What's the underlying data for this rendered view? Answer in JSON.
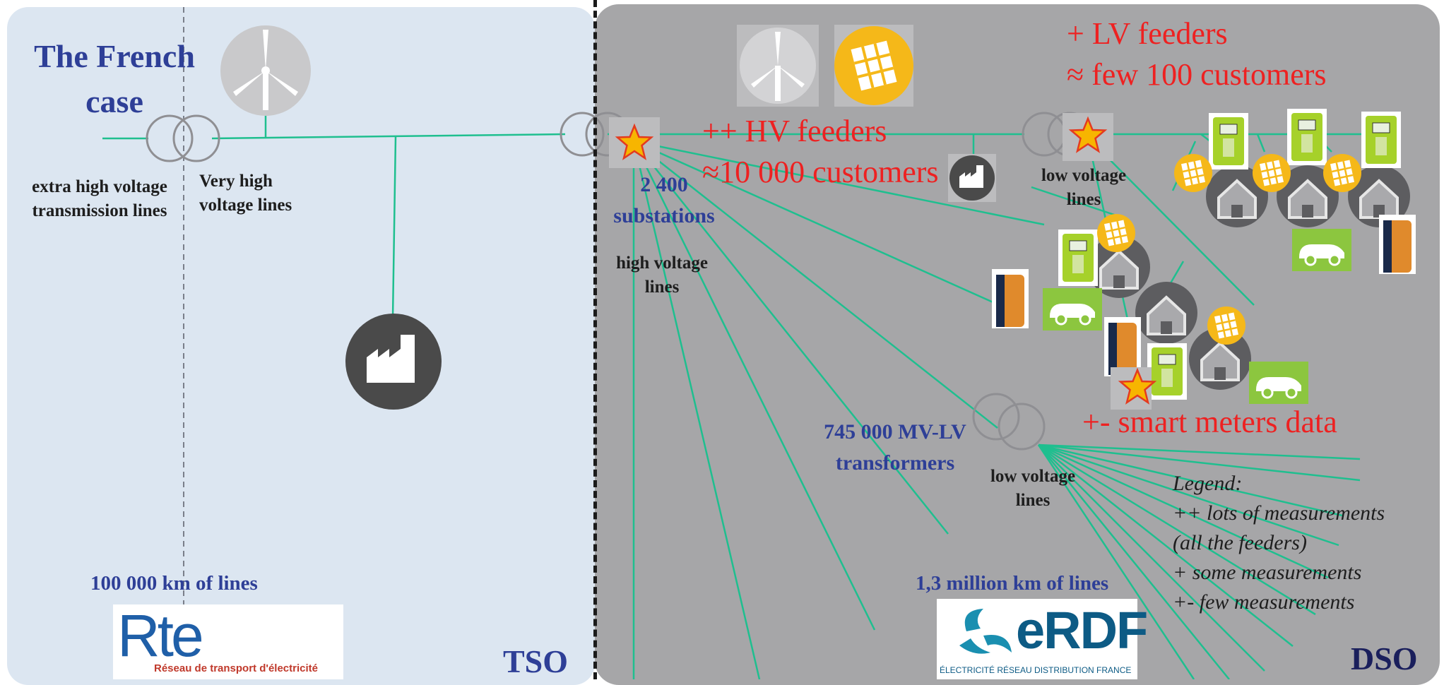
{
  "title": "The French case",
  "tso": {
    "label": "TSO",
    "ehv_lines": "extra high voltage transmission lines",
    "vhv_lines": "Very high voltage lines",
    "km_lines": "100 000 km of lines",
    "logo": {
      "wordmark": "Rte",
      "tagline": "Réseau de transport d'électricité"
    }
  },
  "dso": {
    "label": "DSO",
    "substations": "2 400 substations",
    "hv_lines": "high voltage lines",
    "hv_feeders": "++ HV feeders",
    "hv_customers": "≈10 000 customers",
    "lv_feeders": "+ LV feeders",
    "lv_customers": "≈ few 100 customers",
    "lv_lines_top": "low voltage lines",
    "lv_lines_bottom": "low voltage lines",
    "transformers": "745 000 MV-LV transformers",
    "smart_meters": "+- smart meters data",
    "km_lines": "1,3 million km of lines",
    "logo": {
      "wordmark": "eRDF",
      "tagline": "ÉLECTRICITÉ RÉSEAU DISTRIBUTION FRANCE"
    }
  },
  "legend": {
    "title": "Legend:",
    "lines": [
      "++ lots of measurements",
      "(all the feeders)",
      "+ some measurements",
      "+-  few measurements"
    ]
  },
  "colors": {
    "tso_bg": "#dce6f1",
    "dso_bg": "#a6a6a8",
    "line": "#1fbf8f",
    "accent_blue": "#2e3f97",
    "alert_red": "#ee2121",
    "star": "#f7b500",
    "solar": "#f5b819",
    "ev": "#8cc63f",
    "factory": "#4a4a4a"
  },
  "icons": [
    "wind-turbine-icon",
    "solar-panel-icon",
    "factory-icon",
    "transformer-icon",
    "star-icon",
    "house-icon",
    "smart-meter-icon",
    "ev-car-icon",
    "battery-icon"
  ]
}
